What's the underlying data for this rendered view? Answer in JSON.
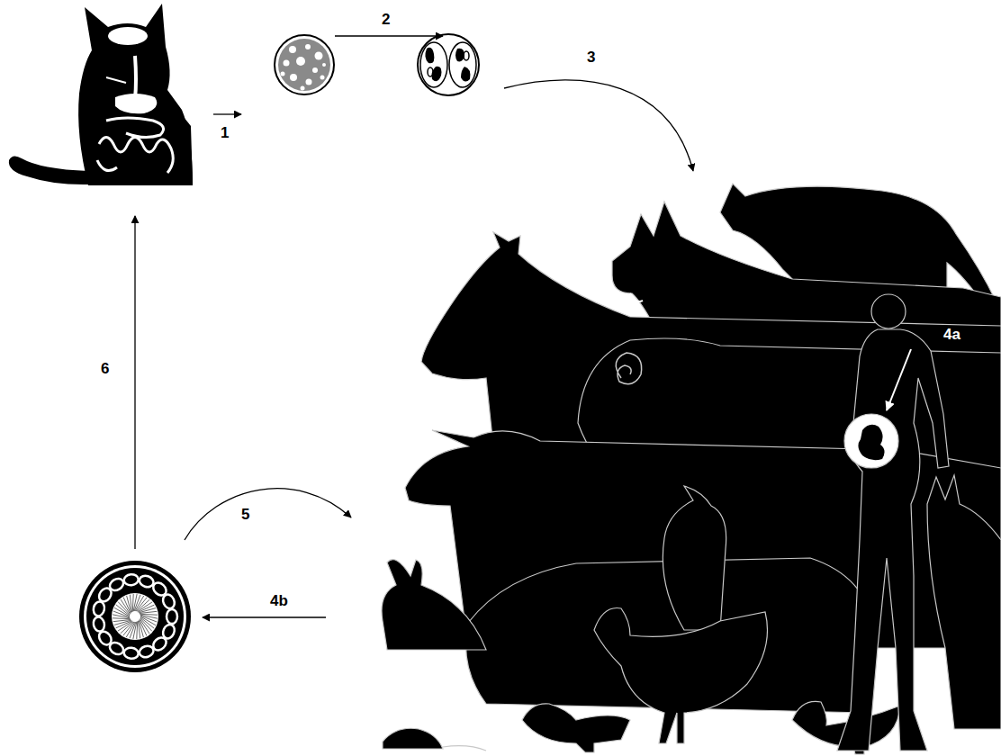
{
  "diagram": {
    "labels": [
      "1",
      "2",
      "3",
      "4a",
      "4b",
      "5",
      "6"
    ]
  }
}
